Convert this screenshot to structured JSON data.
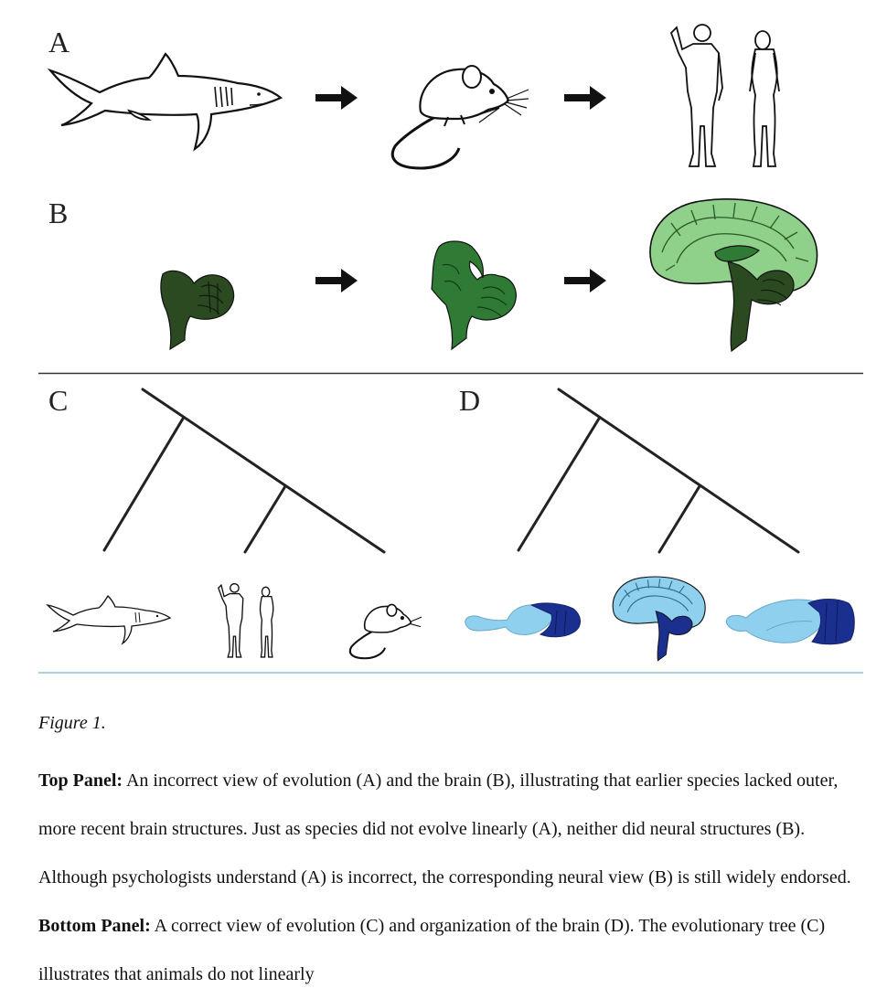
{
  "panel_labels": {
    "a": "A",
    "b": "B",
    "c": "C",
    "d": "D"
  },
  "icons": {
    "shark": "shark-illustration",
    "mouse": "mouse-illustration",
    "humans": "human-pair-illustration",
    "arrow": "right-arrow-icon",
    "brainstem": "brainstem-illustration",
    "midbrain": "midbrain-illustration",
    "full_brain": "full-brain-illustration",
    "fish_brain": "fish-brain-illustration",
    "human_brain": "human-brain-illustration",
    "rodent_brain": "rodent-brain-illustration"
  },
  "colors": {
    "green_dark": "#2b4a22",
    "green_mid": "#2f7a34",
    "green_light": "#8fd08a",
    "blue_light": "#8fd0ef",
    "blue_dark": "#1a2f8e",
    "rule_gray": "#333333",
    "rule_teal": "#5aa0b0"
  },
  "caption": {
    "title": "Figure 1.",
    "top_label": "Top Panel:",
    "top_text": " An incorrect view of evolution (A) and the brain (B), illustrating that earlier species lacked outer, more recent brain structures. Just as species did not evolve linearly (A), neither did neural structures (B). Although psychologists understand (A) is incorrect, the corresponding neural view (B) is still widely endorsed. ",
    "bottom_label": "Bottom Panel:",
    "bottom_text": " A correct view of evolution (C) and organization of the brain (D). The evolutionary tree (C) illustrates that animals do not linearly"
  }
}
